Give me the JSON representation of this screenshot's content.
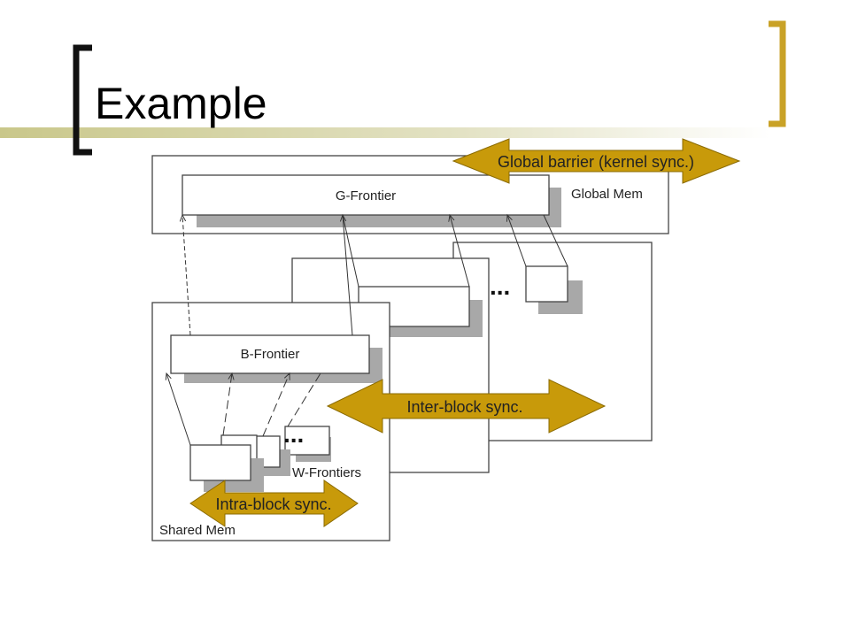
{
  "slide": {
    "title": "Example"
  },
  "diagram": {
    "global_mem": "Global Mem",
    "g_frontier": "G-Frontier",
    "b_frontier": "B-Frontier",
    "w_frontiers": "W-Frontiers",
    "shared_mem": "Shared Mem",
    "ellipsis": "...",
    "global_barrier": "Global barrier (kernel sync.)",
    "inter_block": "Inter-block sync.",
    "intra_block": "Intra-block sync."
  },
  "colors": {
    "accent": "#C9A227",
    "arrow_fill": "#C89A0A",
    "title_bar": "#D4D2A3",
    "shadow": "#A8A8A8"
  }
}
